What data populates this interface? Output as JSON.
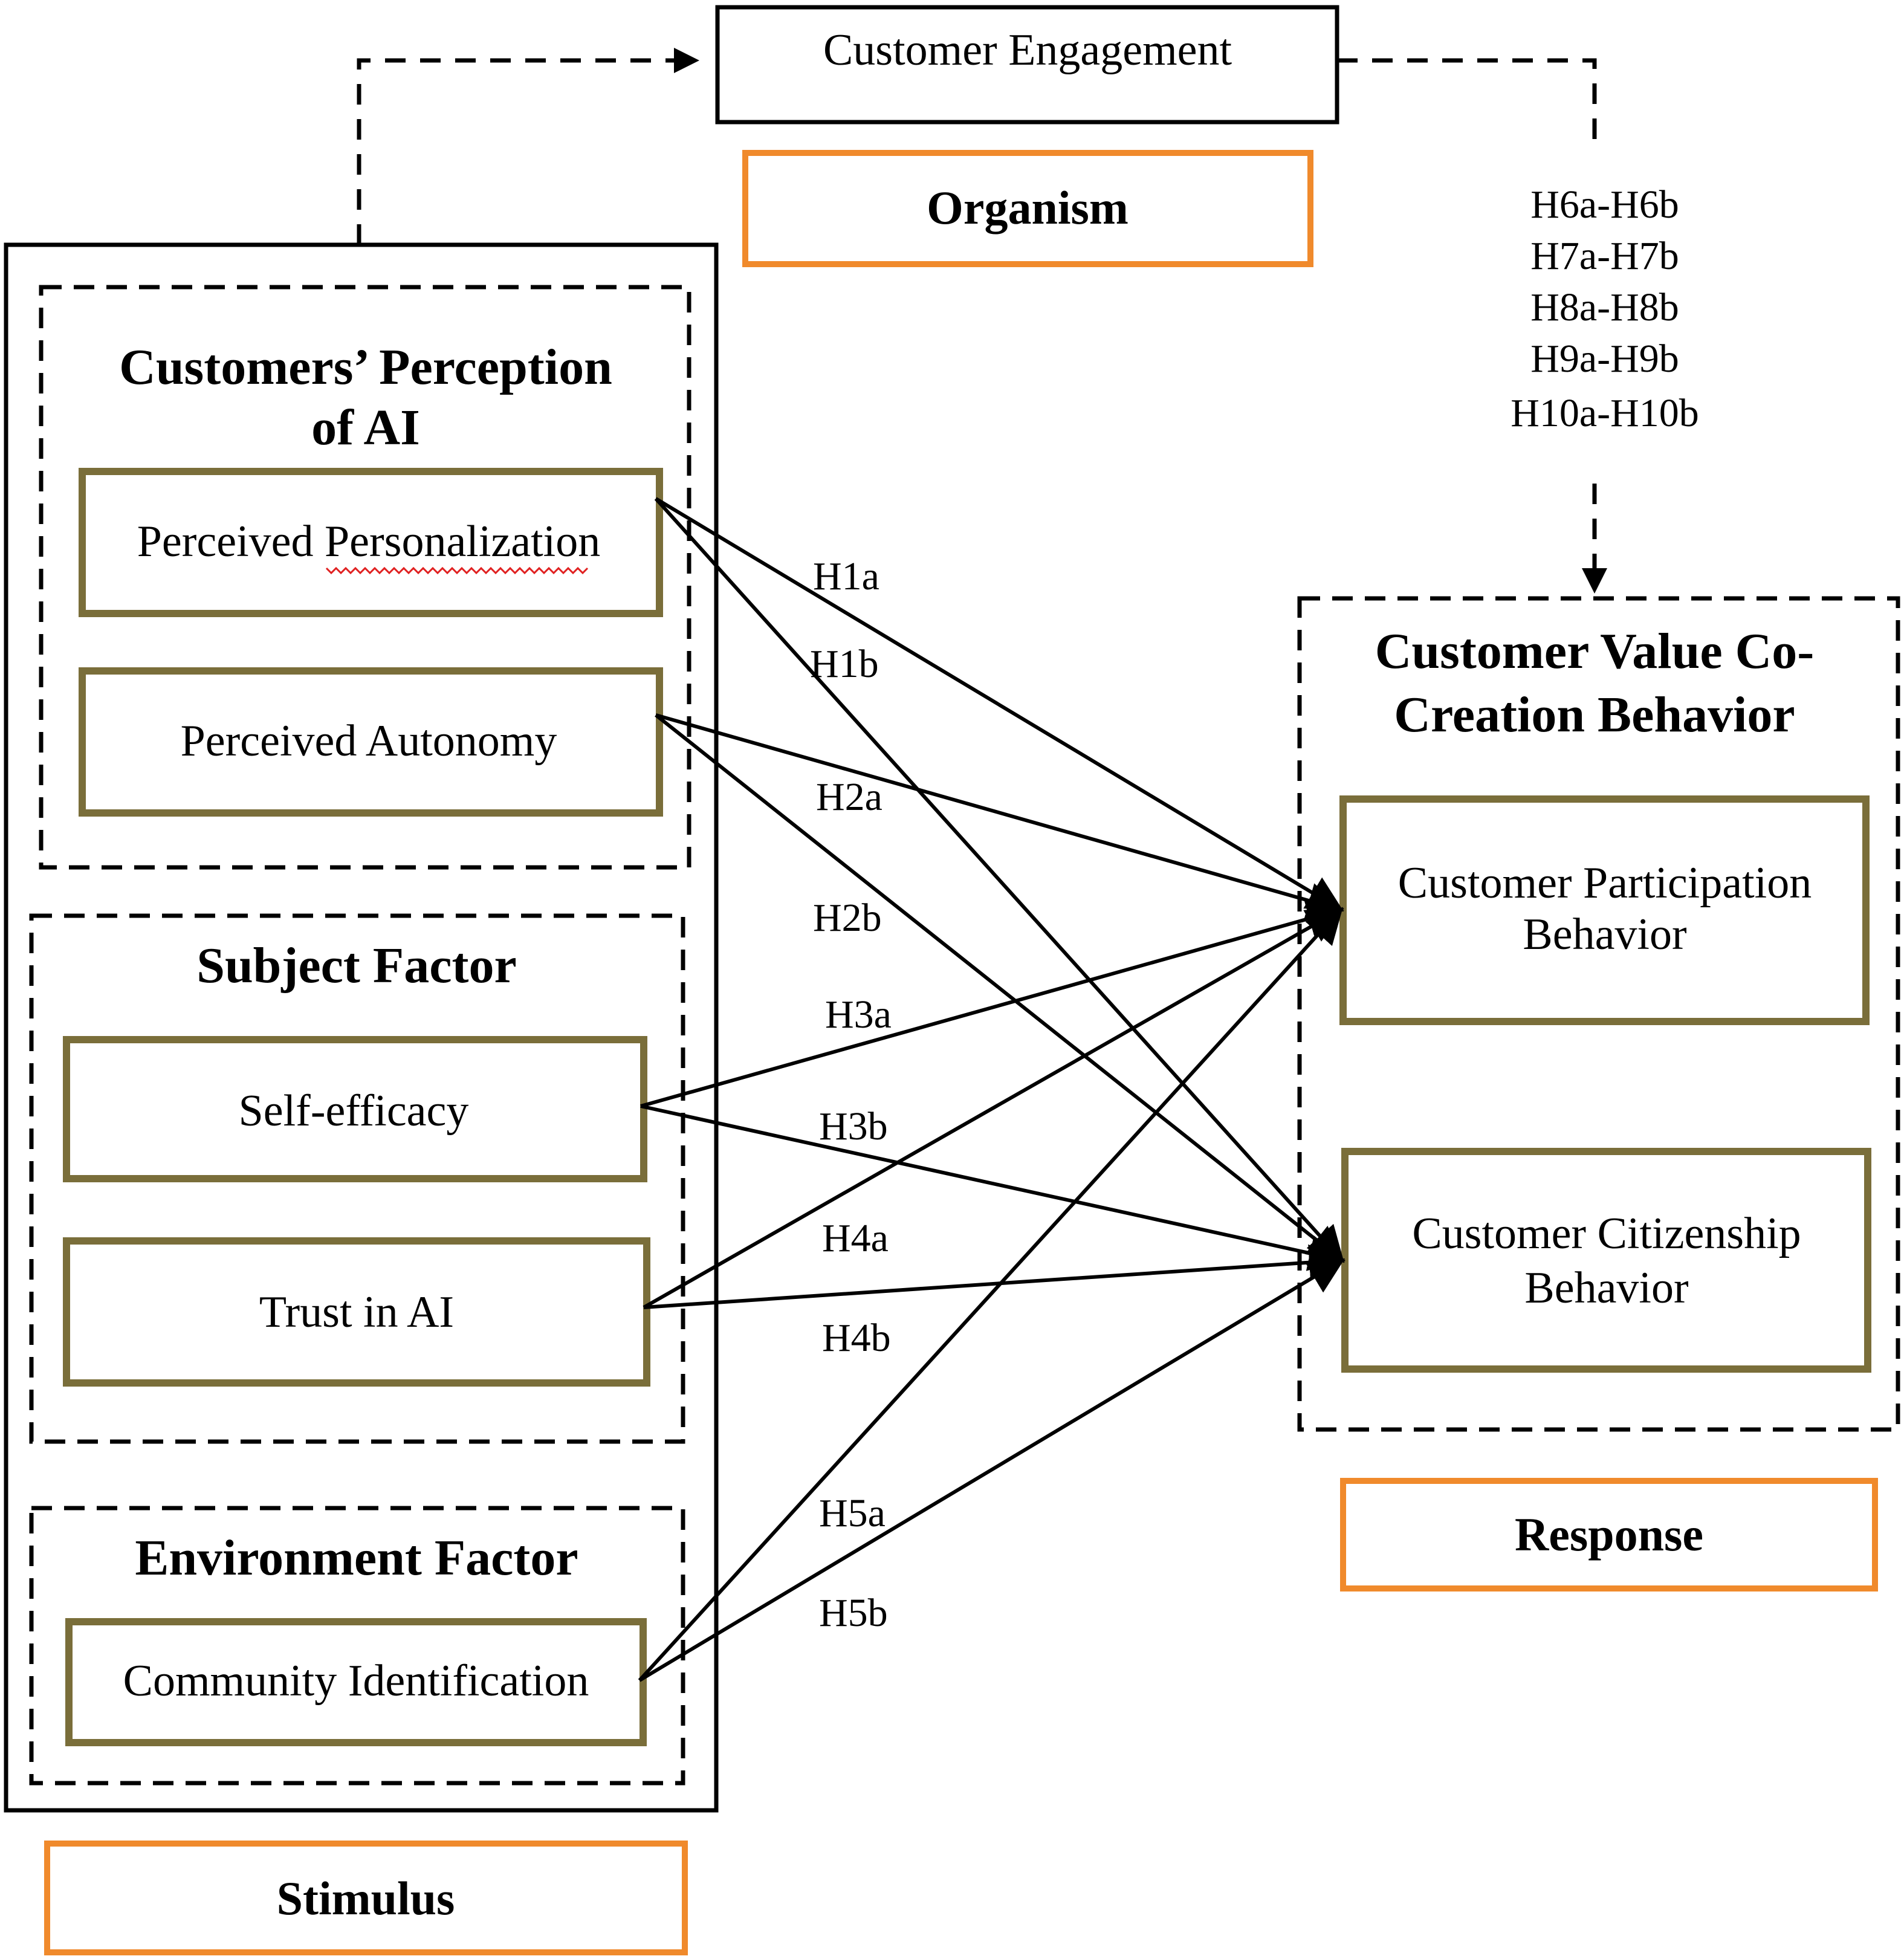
{
  "diagram": {
    "organism": {
      "node": "Customer Engagement",
      "stage_label": "Organism"
    },
    "stimulus": {
      "stage_label": "Stimulus",
      "groups": [
        {
          "title_lines": [
            "Customers’ Perception",
            "of AI"
          ],
          "items": [
            "Perceived Personalization",
            "Perceived Autonomy"
          ]
        },
        {
          "title_lines": [
            "Subject Factor"
          ],
          "items": [
            "Self-efficacy",
            "Trust in AI"
          ]
        },
        {
          "title_lines": [
            "Environment Factor"
          ],
          "items": [
            "Community Identification"
          ]
        }
      ]
    },
    "response": {
      "stage_label": "Response",
      "group_title_lines": [
        "Customer Value Co-",
        "Creation Behavior"
      ],
      "items": [
        {
          "lines": [
            "Customer Participation",
            "Behavior"
          ]
        },
        {
          "lines": [
            "Customer Citizenship",
            "Behavior"
          ]
        }
      ]
    },
    "mediation_hypotheses": [
      "H6a-H6b",
      "H7a-H7b",
      "H8a-H8b",
      "H9a-H9b",
      "H10a-H10b"
    ],
    "direct_hypotheses": [
      "H1a",
      "H1b",
      "H2a",
      "H2b",
      "H3a",
      "H3b",
      "H4a",
      "H4b",
      "H5a",
      "H5b"
    ],
    "edges": [
      {
        "from": "Perceived Personalization",
        "to": "Customer Participation Behavior",
        "label": "H1a"
      },
      {
        "from": "Perceived Personalization",
        "to": "Customer Citizenship Behavior",
        "label": "H1b"
      },
      {
        "from": "Perceived Autonomy",
        "to": "Customer Participation Behavior",
        "label": "H2a"
      },
      {
        "from": "Perceived Autonomy",
        "to": "Customer Citizenship Behavior",
        "label": "H2b"
      },
      {
        "from": "Self-efficacy",
        "to": "Customer Participation Behavior",
        "label": "H3a"
      },
      {
        "from": "Self-efficacy",
        "to": "Customer Citizenship Behavior",
        "label": "H3b"
      },
      {
        "from": "Trust in AI",
        "to": "Customer Participation Behavior",
        "label": "H4a"
      },
      {
        "from": "Trust in AI",
        "to": "Customer Citizenship Behavior",
        "label": "H4b"
      },
      {
        "from": "Community Identification",
        "to": "Customer Participation Behavior",
        "label": "H5a"
      },
      {
        "from": "Community Identification",
        "to": "Customer Citizenship Behavior",
        "label": "H5b"
      }
    ],
    "colors": {
      "construct_border": "#7a6e3a",
      "stage_border": "#f08a2c",
      "spellcheck_underline": "#e02020"
    }
  }
}
